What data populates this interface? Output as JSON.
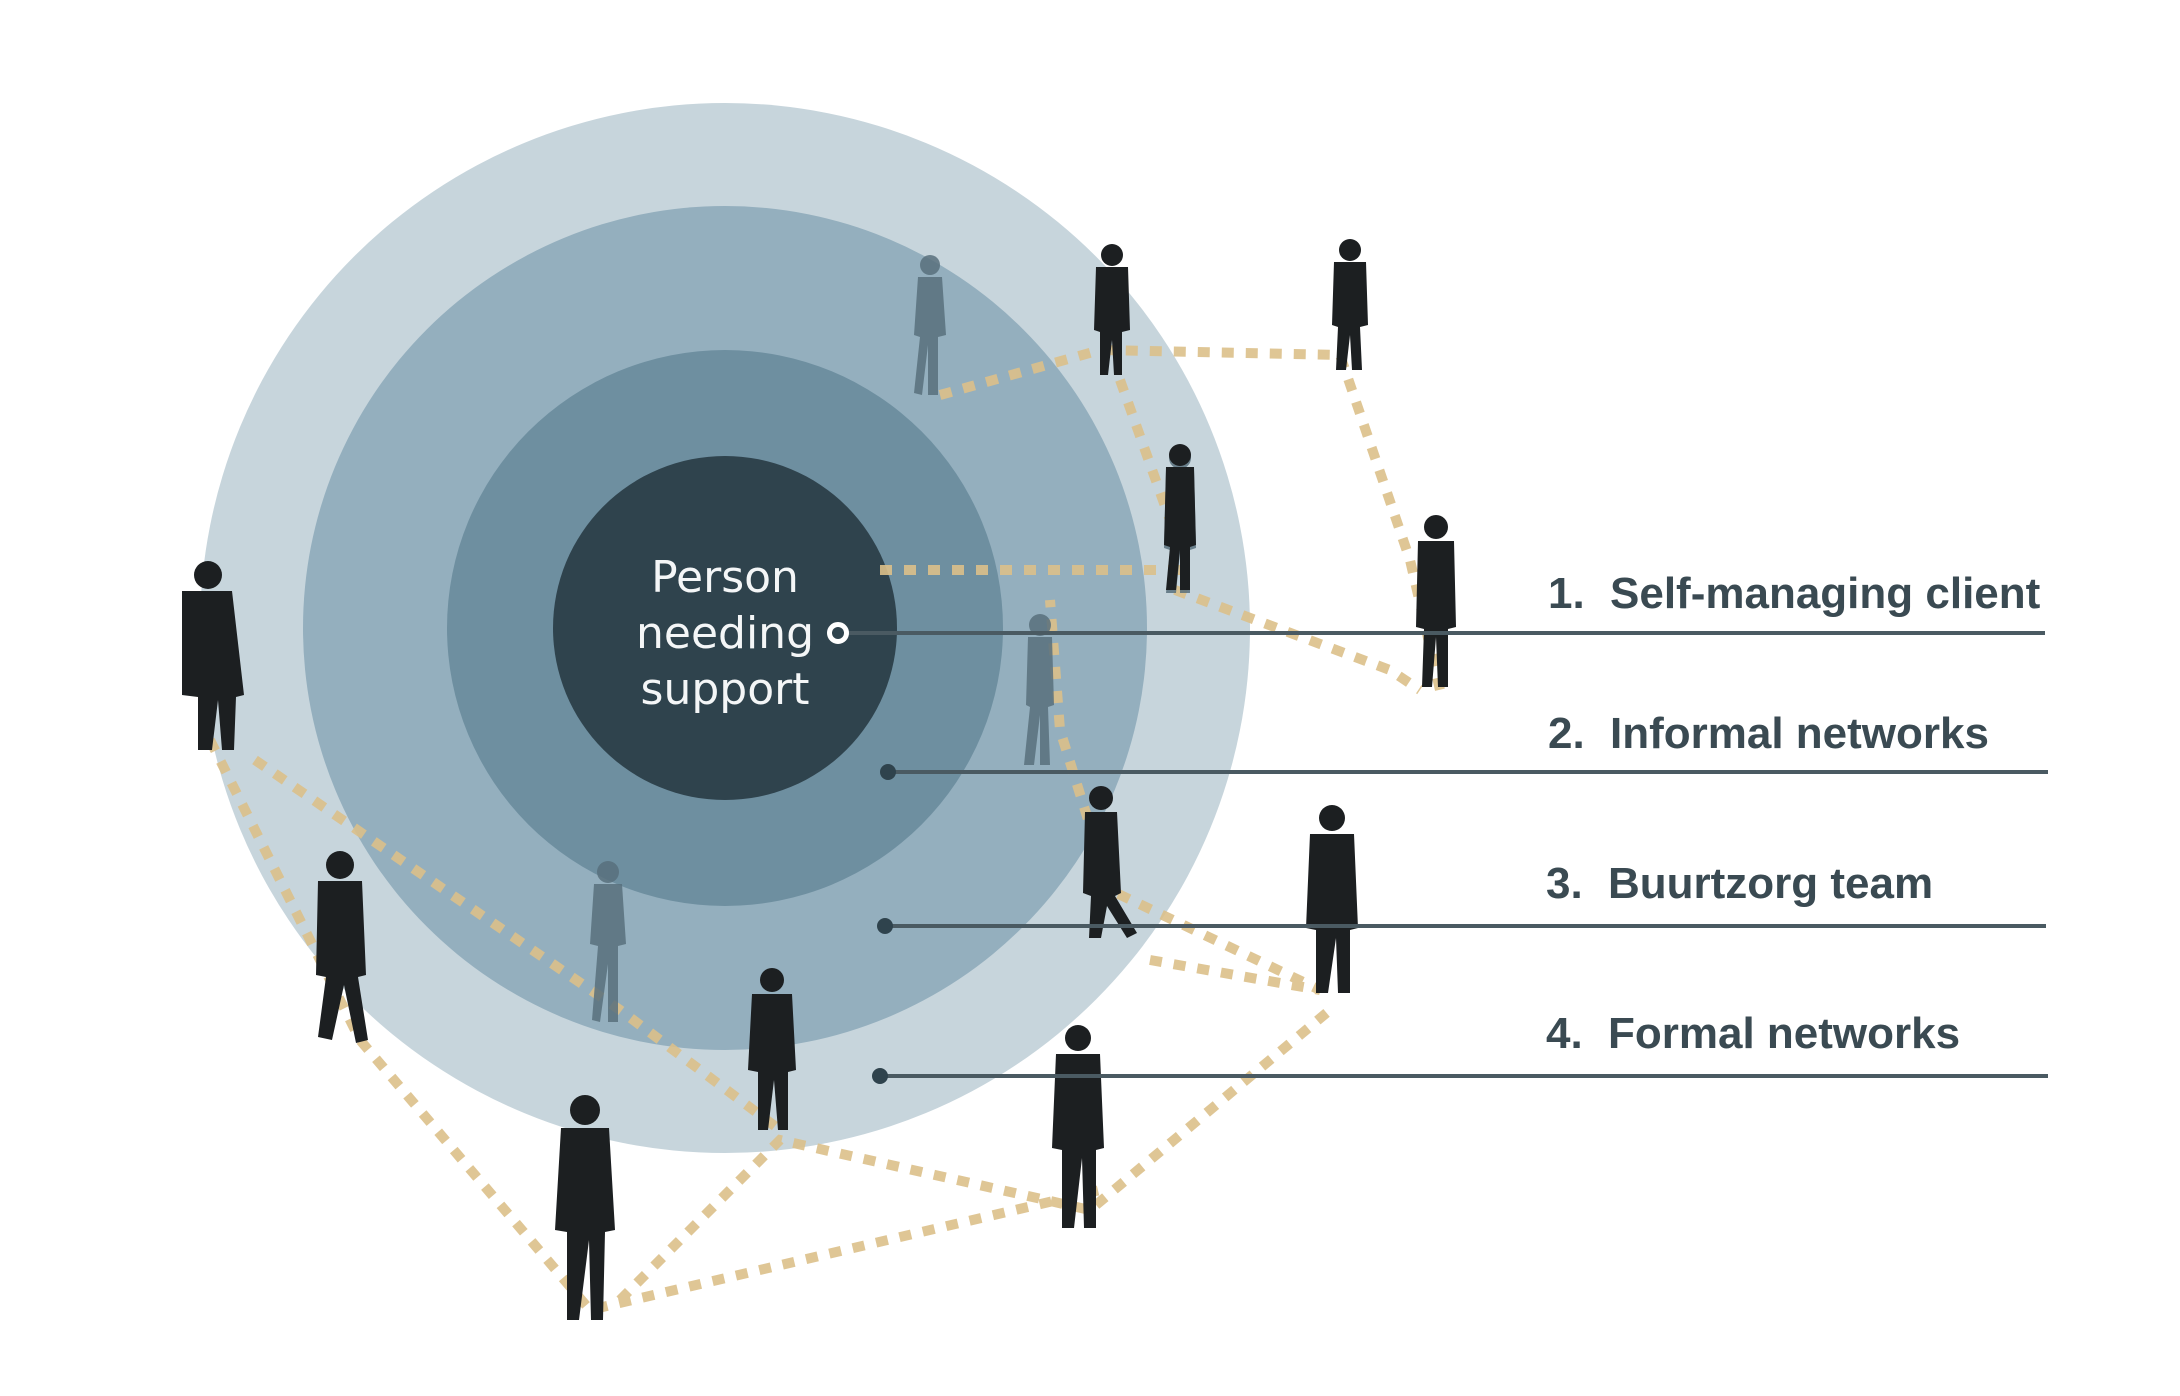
{
  "colors": {
    "ring_outer": "#c7d5dc",
    "ring_second": "#94afbe",
    "ring_third": "#6e8fa0",
    "core": "#2f434d",
    "leader_line": "#4a5a62",
    "connection": "#dcc08a",
    "figure_dark": "#1c1f21",
    "figure_faded": "#58707c"
  },
  "center": {
    "line1": "Person",
    "line2": "needing",
    "line3": "support"
  },
  "labels": [
    {
      "number": "1.",
      "text": "Self-managing client"
    },
    {
      "number": "2.",
      "text": "Informal networks"
    },
    {
      "number": "3.",
      "text": "Buurtzorg team"
    },
    {
      "number": "4.",
      "text": "Formal networks"
    }
  ],
  "icons": {
    "person": "person-silhouette-icon"
  }
}
